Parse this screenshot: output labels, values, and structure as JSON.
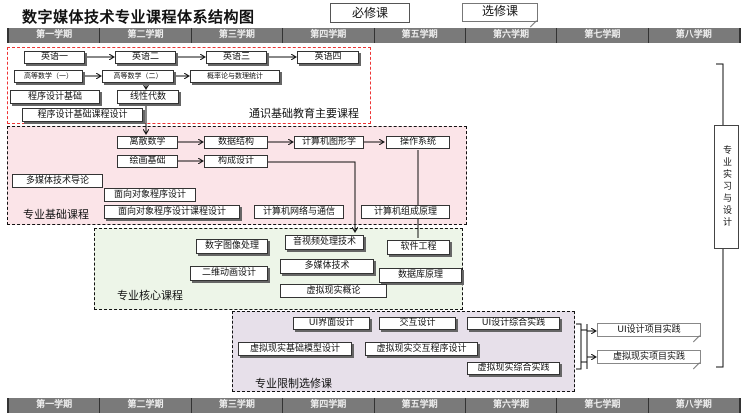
{
  "title": "数字媒体技术专业课程体系结构图",
  "legend": {
    "required": "必修课",
    "elective": "选修课"
  },
  "semesters": [
    "第一学期",
    "第二学期",
    "第三学期",
    "第四学期",
    "第五学期",
    "第六学期",
    "第七学期",
    "第八学期"
  ],
  "regions": {
    "general": {
      "label": "通识基础教育主要课程",
      "courses": {
        "english1": "英语一",
        "english2": "英语二",
        "english3": "英语三",
        "english4": "英语四",
        "math1": "高等数学（一）",
        "math2": "高等数学（二）",
        "probability": "概率论与数理统计",
        "programming": "程序设计基础",
        "linear_algebra": "线性代数",
        "programming_project": "程序设计基础课程设计"
      }
    },
    "foundation": {
      "label": "专业基础课程",
      "courses": {
        "discrete_math": "离散数学",
        "data_structures": "数据结构",
        "graphics": "计算机图形学",
        "os": "操作系统",
        "drawing": "绘画基础",
        "composition": "构成设计",
        "multimedia_intro": "多媒体技术导论",
        "oop": "面向对象程序设计",
        "oop_project": "面向对象程序设计课程设计",
        "networks": "计算机网络与通信",
        "architecture": "计算机组成原理"
      }
    },
    "core": {
      "label": "专业核心课程",
      "courses": {
        "image_processing": "数字图像处理",
        "av_processing": "音视频处理技术",
        "software_eng": "软件工程",
        "animation_2d": "二维动画设计",
        "multimedia_tech": "多媒体技术",
        "database": "数据库原理",
        "vr_intro": "虚拟现实概论"
      }
    },
    "restricted": {
      "label": "专业限制选修课",
      "courses": {
        "ui_design": "UI界面设计",
        "interaction": "交互设计",
        "ui_practice": "UI设计综合实践",
        "vr_modeling": "虚拟现实基础模型设计",
        "vr_programming": "虚拟现实交互程序设计",
        "vr_practice": "虚拟现实综合实践"
      }
    }
  },
  "projects": {
    "ui_project": "UI设计项目实践",
    "vr_project": "虚拟现实项目实践"
  },
  "internship": "专业实习与设计"
}
